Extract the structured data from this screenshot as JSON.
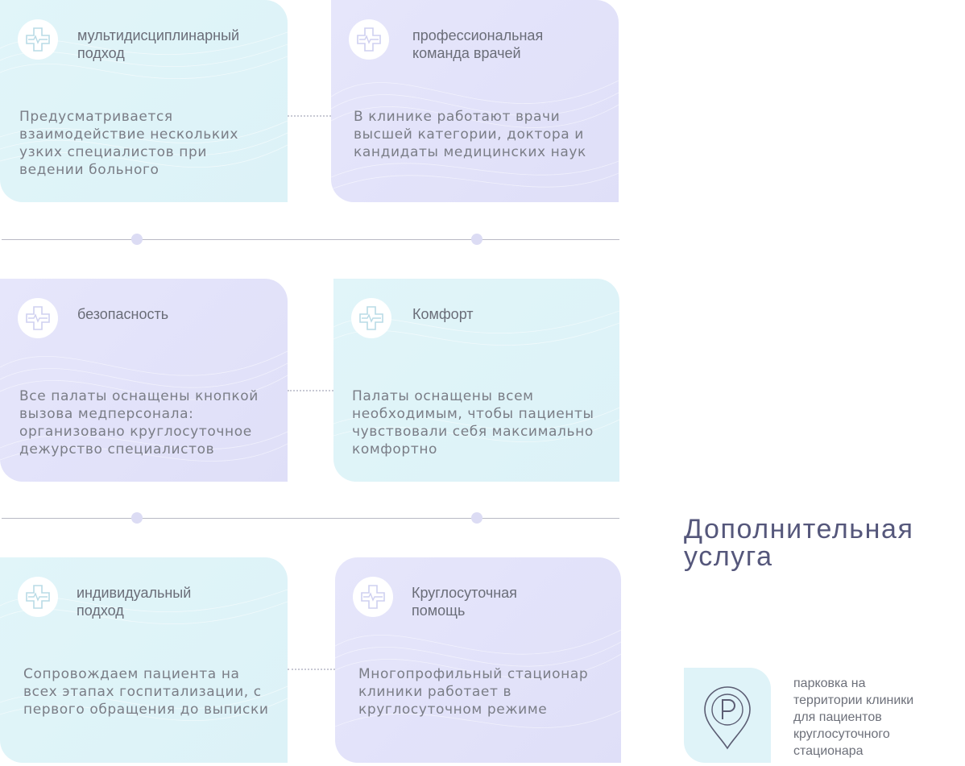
{
  "cards": [
    {
      "title": "мультидисциплинарный\nподход",
      "text": "Предусматривается\nвзаимодействие нескольких\nузких специалистов при\nведении больного",
      "icon": "medical-cross-icon"
    },
    {
      "title": "профессиональная\nкоманда врачей",
      "text": "В клинике работают врачи\nвысшей категории, доктора и\nкандидаты медицинских наук",
      "icon": "medical-cross-icon"
    },
    {
      "title": "безопасность",
      "text": "Все палаты оснащены кнопкой\nвызова медперсонала:\nорганизовано круглосуточное\nдежурство специалистов",
      "icon": "medical-cross-icon"
    },
    {
      "title": "Комфорт",
      "text": "Палаты оснащены всем\nнеобходимым, чтобы пациенты\nчувствовали себя максимально\nкомфортно",
      "icon": "medical-cross-icon"
    },
    {
      "title": "индивидуальный\nподход",
      "text": "Сопровождаем пациента на\nвсех этапах госпитализации, с\nпервого обращения до выписки",
      "icon": "medical-cross-icon"
    },
    {
      "title": "Круглосуточная\nпомощь",
      "text": "Многопрофильный стационар\nклиники работает в\nкруглосуточном режиме",
      "icon": "medical-cross-icon"
    }
  ],
  "extra": {
    "title": "Дополнительная\nуслуга",
    "parking": {
      "icon": "parking-pin-icon",
      "text": "парковка  на\nтерритории клиники\nдля пациентов\nкруглосуточного\nстационара"
    }
  },
  "colors": {
    "cyan_card": "#dff3f8",
    "violet_card": "#e2e2f9",
    "accent_dot": "#dcdcf4",
    "heading": "#55577b"
  }
}
